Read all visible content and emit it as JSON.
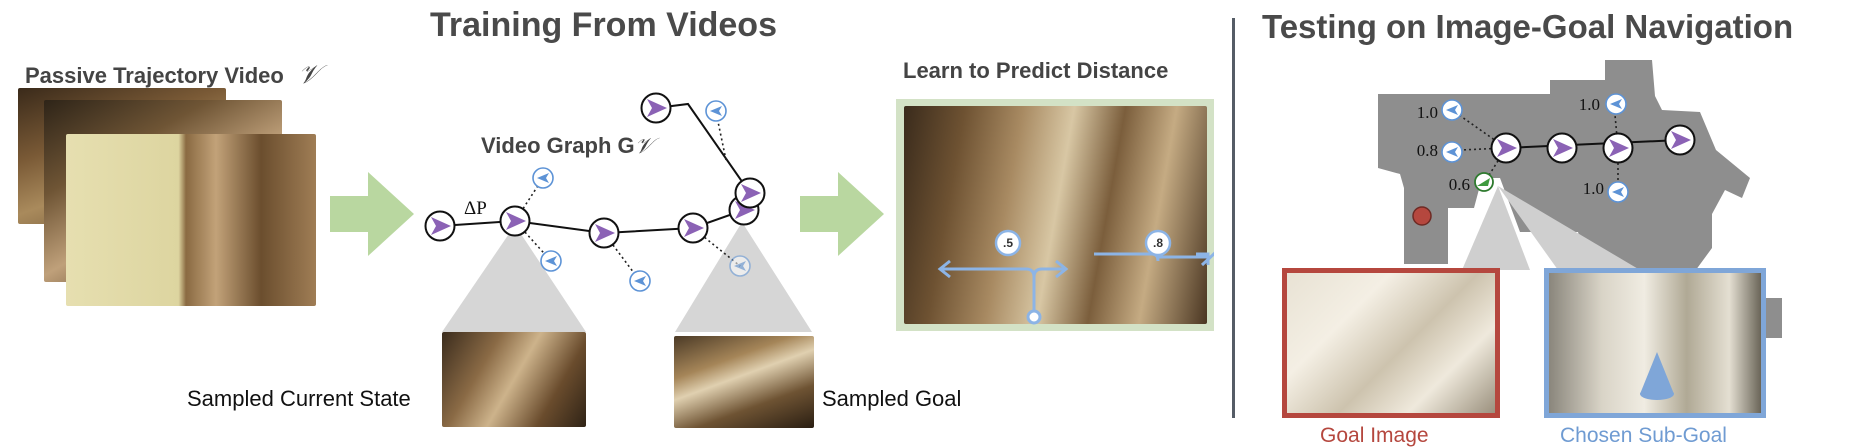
{
  "left": {
    "title": "Training From Videos",
    "passive_label": "Passive Trajectory Video",
    "passive_symbol": "𝒱",
    "graph_label": "Video Graph G",
    "graph_symbol": "𝒱",
    "delta_label": "ΔP",
    "sampled_current": "Sampled Current State",
    "sampled_goal": "Sampled Goal",
    "predict_label": "Learn to Predict Distance",
    "dist_left": ".5",
    "dist_right": ".8"
  },
  "right": {
    "title": "Testing on Image-Goal Navigation",
    "dists": [
      "1.0",
      "0.8",
      "0.6",
      "1.0",
      "1.0"
    ],
    "goal_caption": "Goal Image",
    "subgoal_caption": "Chosen Sub-Goal"
  },
  "colors": {
    "arrow_green": "#b9d7a0",
    "node_purple": "#8b62b5",
    "waypoint_blue": "#5d93d6",
    "goal_red": "#b5473e",
    "subgoal_blue": "#7fa6d8",
    "map_gray": "#8e8e8e",
    "frame_green": "#d3e2c6"
  }
}
